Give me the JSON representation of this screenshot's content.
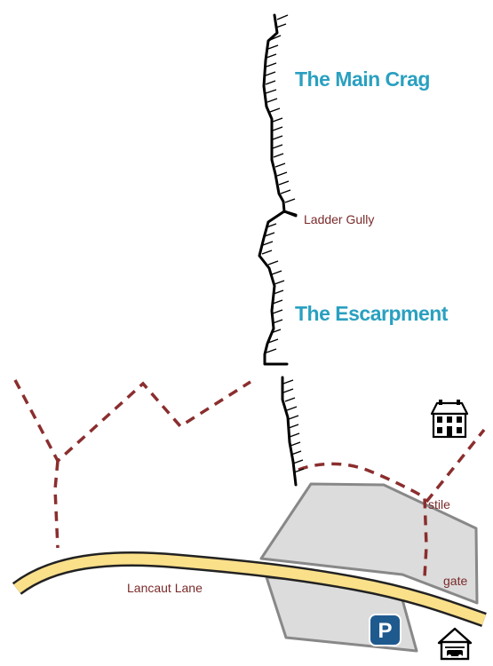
{
  "map": {
    "labels": {
      "main_crag": "The Main Crag",
      "escarpment": "The Escarpment",
      "ladder_gully": "Ladder Gully",
      "stile": "stile",
      "gate": "gate",
      "road": "Lancaut Lane",
      "parking_symbol": "P"
    },
    "icons": {
      "house": "house-icon",
      "garage": "garage-icon",
      "parking": "parking-icon"
    },
    "colors": {
      "area_title": "#2aa0c0",
      "path": "#8b2e2e",
      "road_fill": "#fbe08a",
      "car_park": "#dcdcdc",
      "parking_badge": "#1f5a8e"
    }
  }
}
